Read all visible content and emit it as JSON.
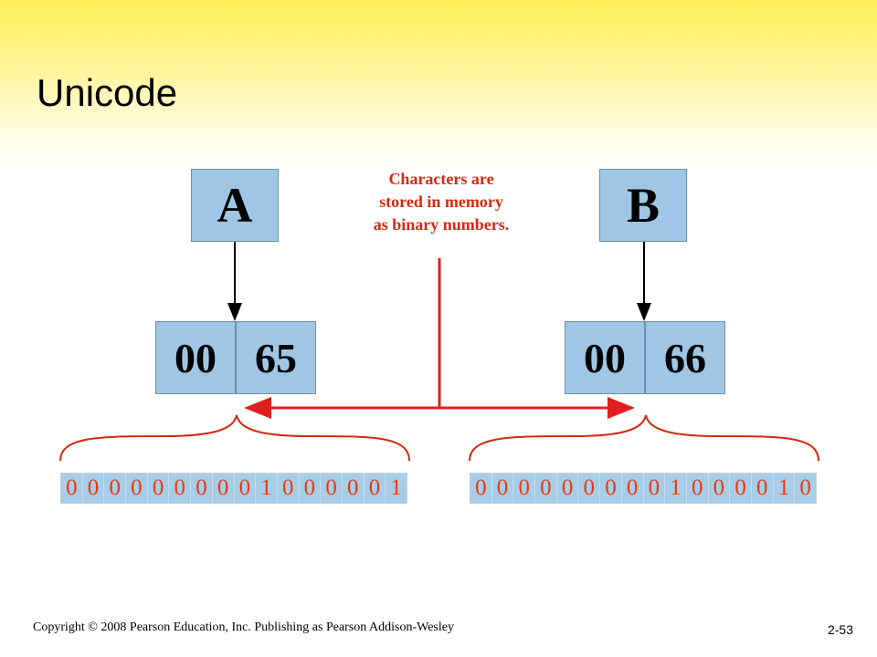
{
  "title": "Unicode",
  "char_a": {
    "letter": "A",
    "high": "00",
    "low": "65"
  },
  "char_b": {
    "letter": "B",
    "high": "00",
    "low": "66"
  },
  "note": {
    "line1": "Characters are",
    "line2": "stored in memory",
    "line3": "as binary numbers."
  },
  "bits_a": [
    "0",
    "0",
    "0",
    "0",
    "0",
    "0",
    "0",
    "0",
    "0",
    "1",
    "0",
    "0",
    "0",
    "0",
    "0",
    "1"
  ],
  "bits_b": [
    "0",
    "0",
    "0",
    "0",
    "0",
    "0",
    "0",
    "0",
    "0",
    "1",
    "0",
    "0",
    "0",
    "0",
    "1",
    "0"
  ],
  "footer": "Copyright © 2008 Pearson Education, Inc. Publishing as Pearson Addison-Wesley",
  "page_number": "2-53",
  "colors": {
    "accent_red": "#d52a10",
    "box_blue": "#9fc6e4",
    "bit_digit": "#e83a10"
  }
}
